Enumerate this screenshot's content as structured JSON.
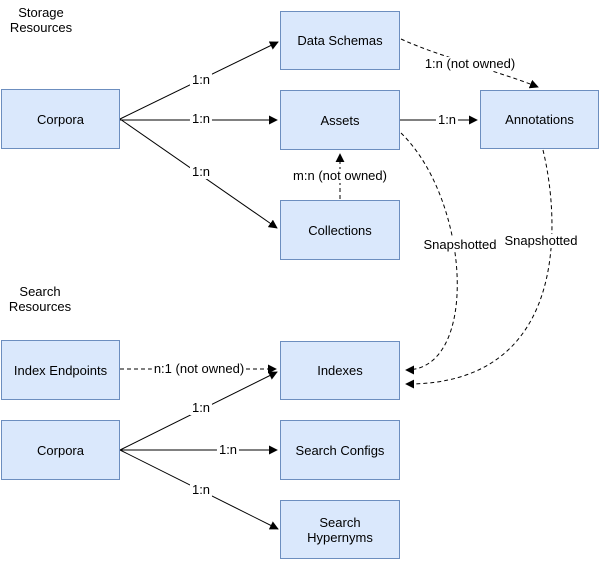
{
  "diagram": {
    "sections": {
      "storage": {
        "label": "Storage\nResources"
      },
      "search": {
        "label": "Search\nResources"
      }
    },
    "nodes": {
      "corpora_storage": {
        "label": "Corpora"
      },
      "data_schemas": {
        "label": "Data Schemas"
      },
      "assets": {
        "label": "Assets"
      },
      "collections": {
        "label": "Collections"
      },
      "annotations": {
        "label": "Annotations"
      },
      "index_endpoints": {
        "label": "Index Endpoints"
      },
      "corpora_search": {
        "label": "Corpora"
      },
      "indexes": {
        "label": "Indexes"
      },
      "search_configs": {
        "label": "Search Configs"
      },
      "search_hypernyms": {
        "label": "Search Hypernyms"
      }
    },
    "edges": {
      "corpora_to_data_schemas": {
        "label": "1:n",
        "style": "solid"
      },
      "corpora_to_assets": {
        "label": "1:n",
        "style": "solid"
      },
      "corpora_to_collections": {
        "label": "1:n",
        "style": "solid"
      },
      "assets_to_annotations": {
        "label": "1:n",
        "style": "solid"
      },
      "data_schemas_to_annotations": {
        "label": "1:n (not owned)",
        "style": "dashed"
      },
      "collections_to_assets": {
        "label": "m:n (not owned)",
        "style": "dashed"
      },
      "assets_to_indexes": {
        "label": "Snapshotted",
        "style": "dashed"
      },
      "annotations_to_indexes": {
        "label": "Snapshotted",
        "style": "dashed"
      },
      "index_endpoints_to_indexes": {
        "label": "n:1 (not owned)",
        "style": "dashed"
      },
      "corpora_to_indexes": {
        "label": "1:n",
        "style": "solid"
      },
      "corpora_to_search_configs": {
        "label": "1:n",
        "style": "solid"
      },
      "corpora_to_search_hypernyms": {
        "label": "1:n",
        "style": "solid"
      }
    },
    "colors": {
      "node_fill": "#dae8fc",
      "node_border": "#6c8ebf",
      "edge": "#000000",
      "text": "#000000",
      "background": "#ffffff"
    }
  }
}
